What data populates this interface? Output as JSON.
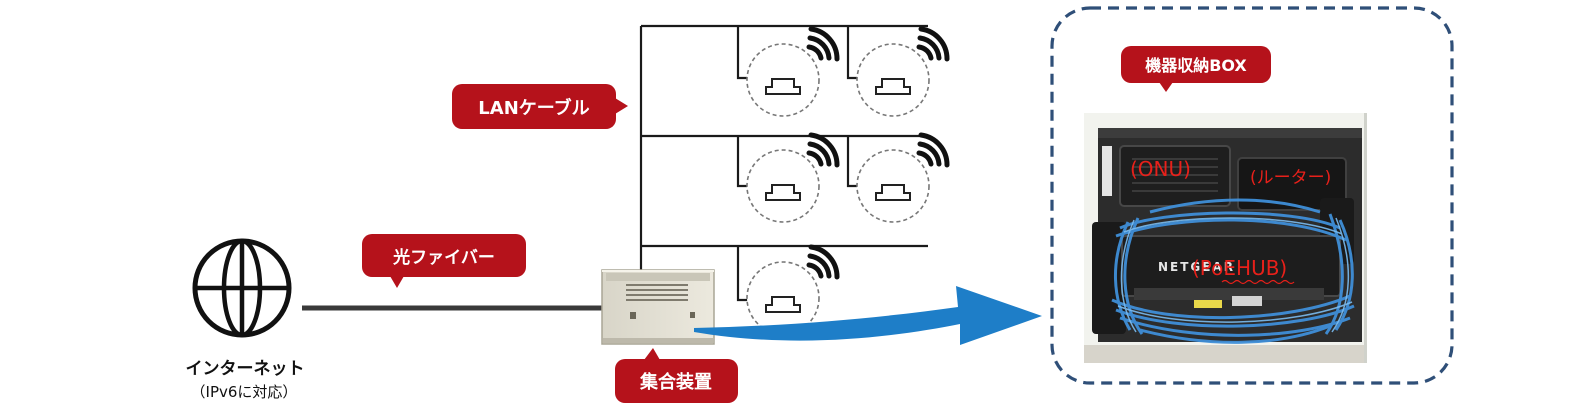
{
  "internet": {
    "label": "インターネット",
    "sublabel": "（IPv6に対応）"
  },
  "callouts": {
    "fiber": "光ファイバー",
    "lan": "LANケーブル",
    "device": "集合装置",
    "box": "機器収納BOX"
  },
  "photo": {
    "onu": "(ONU)",
    "router": "(ルーター)",
    "poehub": "(PoEHUB)",
    "brand": "NETGEAR"
  },
  "colors": {
    "callout": "#b5121b",
    "arrow": "#1e7ec8",
    "dashed_border": "#2f4f78",
    "line": "#1a1a1a"
  },
  "icons": [
    "globe-icon",
    "wifi-access-point-icon",
    "wall-cabinet-icon"
  ]
}
